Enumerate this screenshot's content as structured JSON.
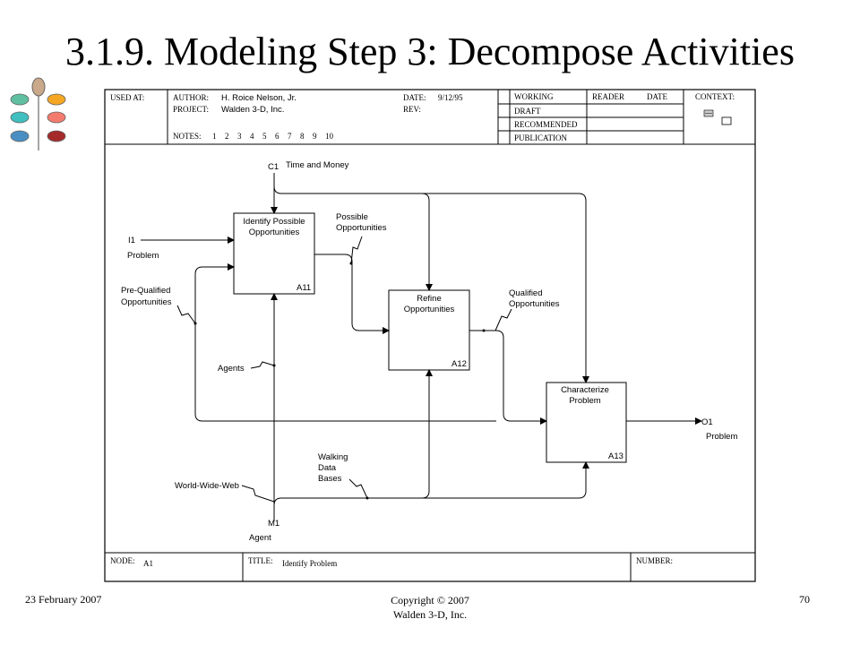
{
  "title": "3.1.9. Modeling Step 3: Decompose Activities",
  "footer": {
    "date": "23 February 2007",
    "copyright_line1": "Copyright © 2007",
    "copyright_line2": "Walden 3-D, Inc.",
    "page": "70"
  },
  "logo": {
    "colors": [
      "#c9a98a",
      "#5fbfa0",
      "#f5a623",
      "#3fbfbf",
      "#f47a6e",
      "#4a8fc4",
      "#a52a2a"
    ]
  },
  "header": {
    "used_at_label": "USED AT:",
    "author_label": "AUTHOR:",
    "author": "H. Roice Nelson, Jr.",
    "project_label": "PROJECT:",
    "project": "Walden 3-D, Inc.",
    "date_label": "DATE:",
    "date": "9/12/95",
    "rev_label": "REV:",
    "notes_label": "NOTES:",
    "notes_numbers": [
      "1",
      "2",
      "3",
      "4",
      "5",
      "6",
      "7",
      "8",
      "9",
      "10"
    ],
    "status": [
      "WORKING",
      "DRAFT",
      "RECOMMENDED",
      "PUBLICATION"
    ],
    "reader_label": "READER",
    "reader_date_label": "DATE",
    "context_label": "CONTEXT:"
  },
  "diagram": {
    "boxes": [
      {
        "line1": "Identify Possible",
        "line2": "Opportunities",
        "node": "A11"
      },
      {
        "line1": "Refine",
        "line2": "Opportunities",
        "node": "A12"
      },
      {
        "line1": "Characterize",
        "line2": "Problem",
        "node": "A13"
      }
    ],
    "c1_code": "C1",
    "c1_label": "Time and Money",
    "i1_code": "I1",
    "i1_label": "Problem",
    "o1_code": "O1",
    "o1_label": "Problem",
    "m1_code": "M1",
    "m1_label": "Agent",
    "possible_line1": "Possible",
    "possible_line2": "Opportunities",
    "prequal_line1": "Pre-Qualified",
    "prequal_line2": "Opportunities",
    "qualified_line1": "Qualified",
    "qualified_line2": "Opportunities",
    "agents_label": "Agents",
    "walking_line1": "Walking",
    "walking_line2": "Data",
    "walking_line3": "Bases",
    "www_label": "World-Wide-Web"
  },
  "footer_block": {
    "node_label": "NODE:",
    "node_value": "A1",
    "title_label": "TITLE:",
    "title_value": "Identify Problem",
    "number_label": "NUMBER:"
  }
}
